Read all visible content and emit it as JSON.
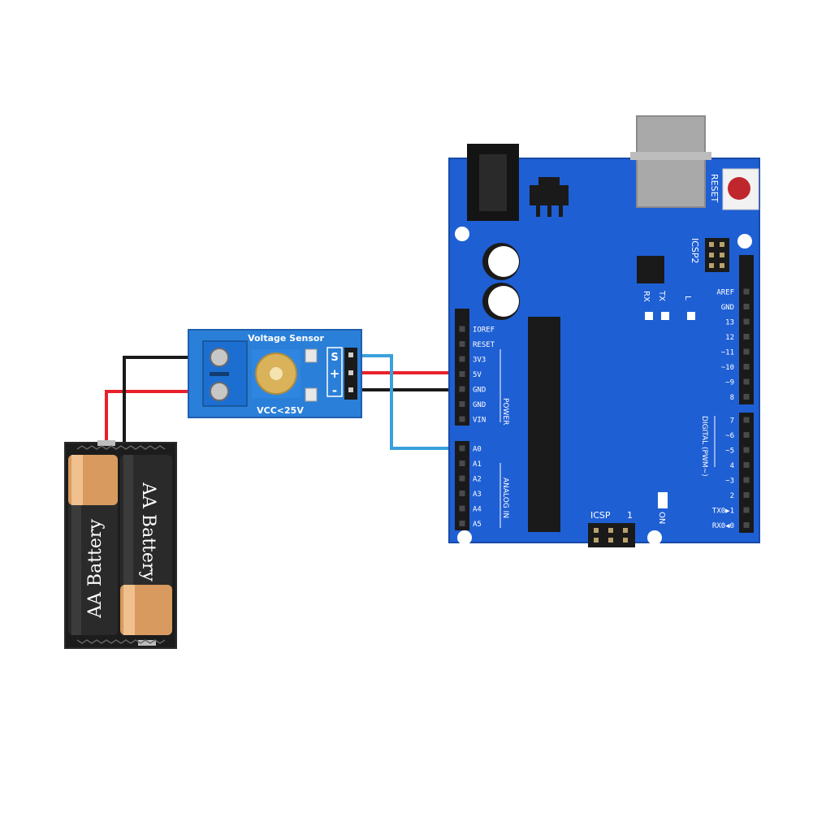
{
  "sensor": {
    "title": "Voltage Sensor",
    "rating": "VCC<25V",
    "header_labels": [
      "S",
      "+",
      "-"
    ]
  },
  "batteries": [
    {
      "label": "AA Battery"
    },
    {
      "label": "AA Battery"
    }
  ],
  "arduino": {
    "reset_label": "RESET",
    "icsp2_label": "ICSP2",
    "icsp_label": "ICSP",
    "icsp_pin1": "1",
    "on_label": "ON",
    "tx_label": "TX",
    "rx_label": "RX",
    "l_label": "L",
    "power_group": "POWER",
    "analog_group": "ANALOG IN",
    "digital_group": "DIGITAL (PWM~)",
    "power_pins": [
      "IOREF",
      "RESET",
      "3V3",
      "5V",
      "GND",
      "GND",
      "VIN"
    ],
    "analog_pins": [
      "A0",
      "A1",
      "A2",
      "A3",
      "A4",
      "A5"
    ],
    "digital_upper_pins": [
      "AREF",
      "GND",
      "13",
      "12",
      "~11",
      "~10",
      "~9",
      "8"
    ],
    "digital_lower_pins": [
      "7",
      "~6",
      "~5",
      "4",
      "~3",
      "2",
      "TX0▶1",
      "RX0◀0"
    ]
  },
  "wires": {
    "red": "#e8202a",
    "black": "#1a1a1a",
    "blue": "#3aa0dc"
  },
  "colors": {
    "board": "#1f5fd4",
    "sensor_board": "#2a7fd9",
    "terminal": "#1c6fd0"
  }
}
